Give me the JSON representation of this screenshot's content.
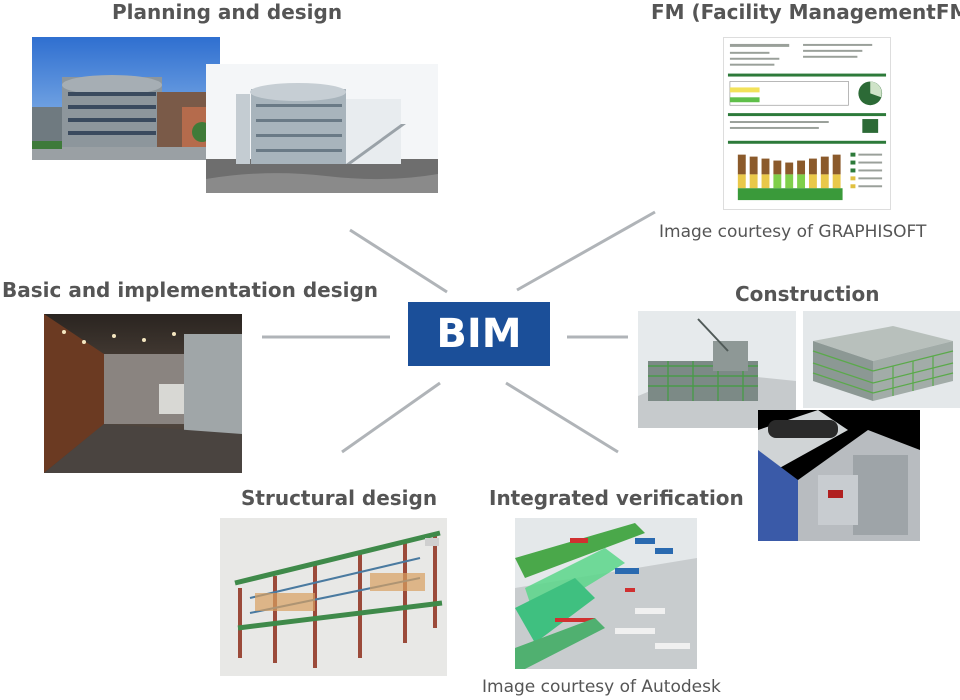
{
  "center": {
    "label": "BIM",
    "color": "#1b4f99"
  },
  "stages": {
    "planning": {
      "label": "Planning and design"
    },
    "fm": {
      "label": "FM (Facility ManagementFM)",
      "credit": "Image courtesy of GRAPHISOFT"
    },
    "basic": {
      "label": "Basic and implementation design"
    },
    "construction": {
      "label": "Construction"
    },
    "structural": {
      "label": "Structural design"
    },
    "integrated": {
      "label": "Integrated verification",
      "credit": "Image courtesy of Autodesk"
    }
  },
  "connector_color": "#b0b4b8"
}
